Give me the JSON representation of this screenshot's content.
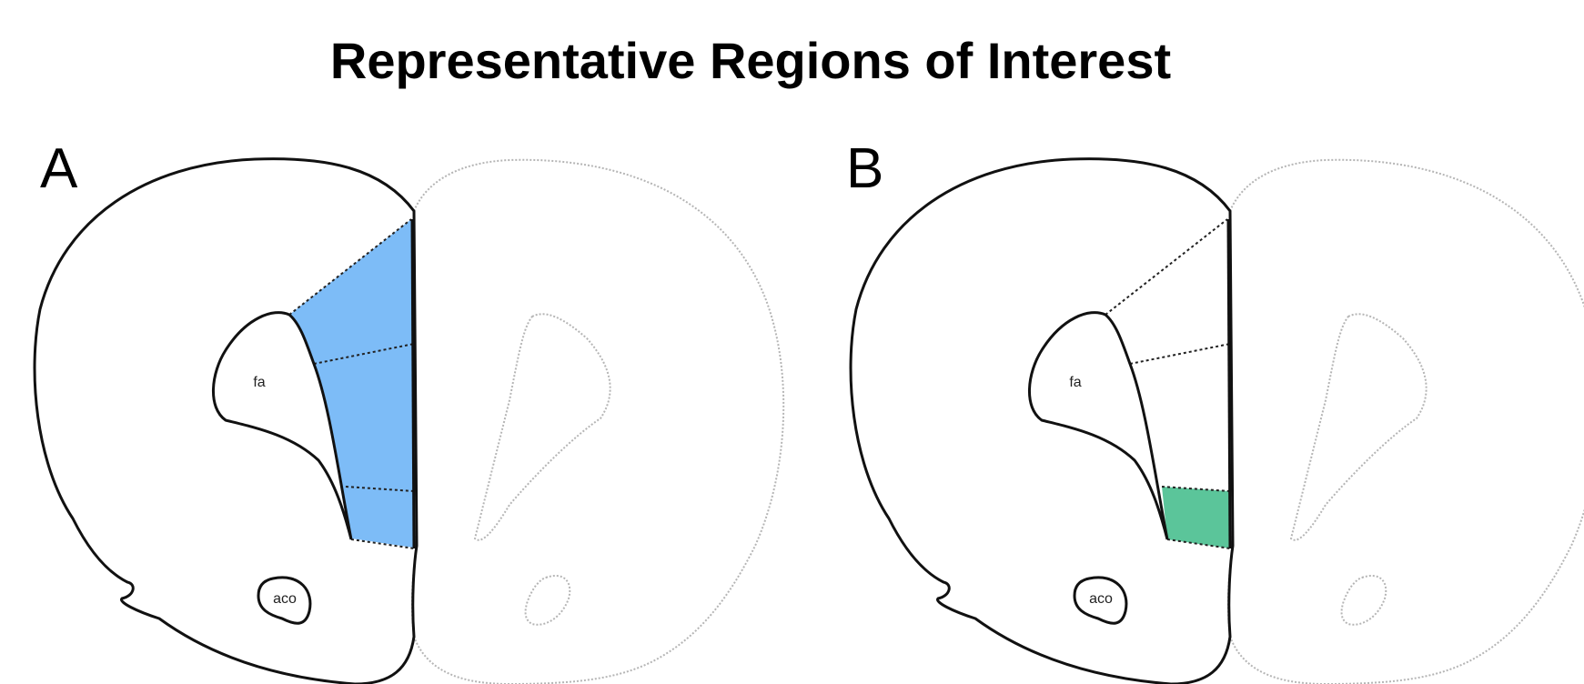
{
  "title": "Representative Regions of Interest",
  "panels": [
    {
      "letter": "A",
      "label_fa": "fa",
      "label_aco": "aco",
      "highlight_color": "#7dbcf7",
      "highlighted_region": "full-column"
    },
    {
      "letter": "B",
      "label_fa": "fa",
      "label_aco": "aco",
      "highlight_color": "#5bc59a",
      "highlighted_region": "lower-band"
    }
  ]
}
